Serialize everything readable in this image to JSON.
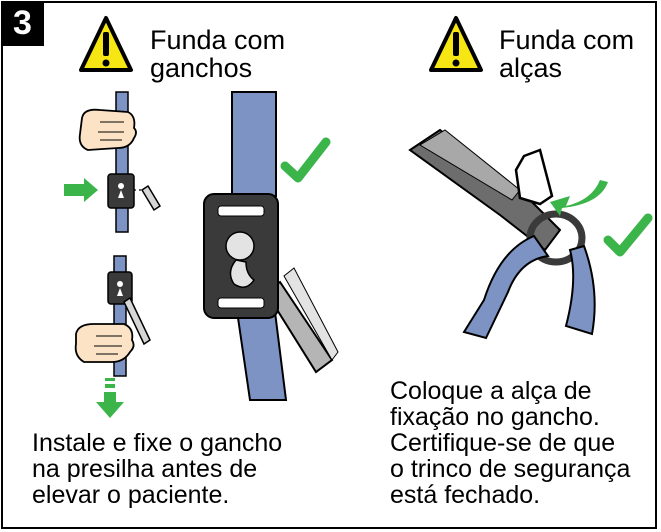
{
  "step_number": "3",
  "left_panel": {
    "heading": "Funda com\nganchos",
    "caption": "Instale e fixe o gancho\nna presilha antes de\nelevar o paciente."
  },
  "right_panel": {
    "heading": "Funda com\nalças",
    "caption": "Coloque a alça de\nfixação no gancho.\nCertifique-se de que\no trinco de segurança\nestá fechado."
  },
  "colors": {
    "warning_fill": "#f5e614",
    "strap": "#7d93c4",
    "check": "#3bb44a",
    "arrow": "#3bb44a",
    "skin": "#fce3c6",
    "clip": "#3a3a3a"
  }
}
